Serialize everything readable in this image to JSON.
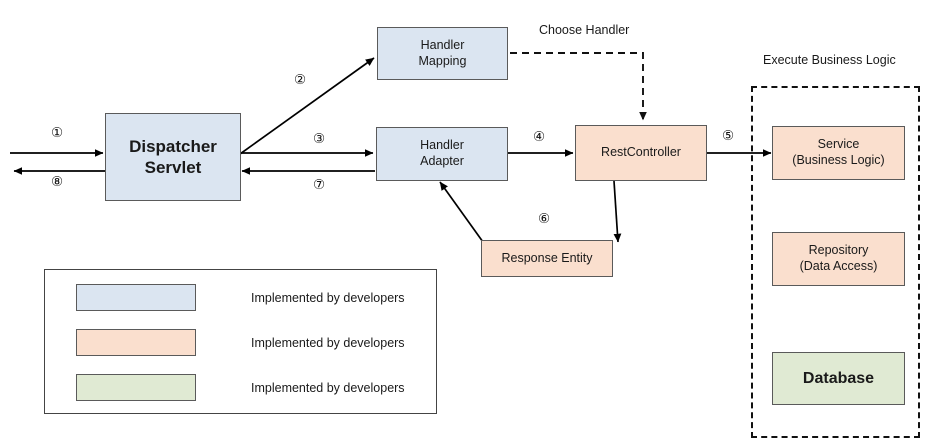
{
  "diagram": {
    "title_hidden": "",
    "nodes": {
      "dispatcher_servlet": "Dispatcher\nServlet",
      "dispatcher_servlet_line1": "Dispatcher",
      "dispatcher_servlet_line2": "Servlet",
      "handler_mapping_line1": "Handler",
      "handler_mapping_line2": "Mapping",
      "handler_adapter_line1": "Handler",
      "handler_adapter_line2": "Adapter",
      "rest_controller": "RestController",
      "response_entity": "Response Entity",
      "service_line1": "Service",
      "service_line2": "(Business Logic)",
      "repository_line1": "Repository",
      "repository_line2": "(Data Access)",
      "database": "Database"
    },
    "annotations": {
      "choose_handler": "Choose Handler",
      "execute_business_logic": "Execute Business Logic"
    },
    "step_numbers": {
      "s1": "①",
      "s2": "②",
      "s3": "③",
      "s4": "④",
      "s5": "⑤",
      "s6": "⑥",
      "s7": "⑦",
      "s8": "⑧"
    },
    "legend": {
      "rows": [
        {
          "swatch": "blue",
          "label": "Implemented by developers"
        },
        {
          "swatch": "peach",
          "label": "Implemented by developers"
        },
        {
          "swatch": "green",
          "label": "Implemented by developers"
        }
      ]
    },
    "colors": {
      "blue": "#dbe5f1",
      "peach": "#fadfce",
      "green": "#e0ead3",
      "stroke": "#5a5a5a",
      "line": "#000000",
      "dashed": "#111111",
      "background": "#ffffff"
    }
  }
}
